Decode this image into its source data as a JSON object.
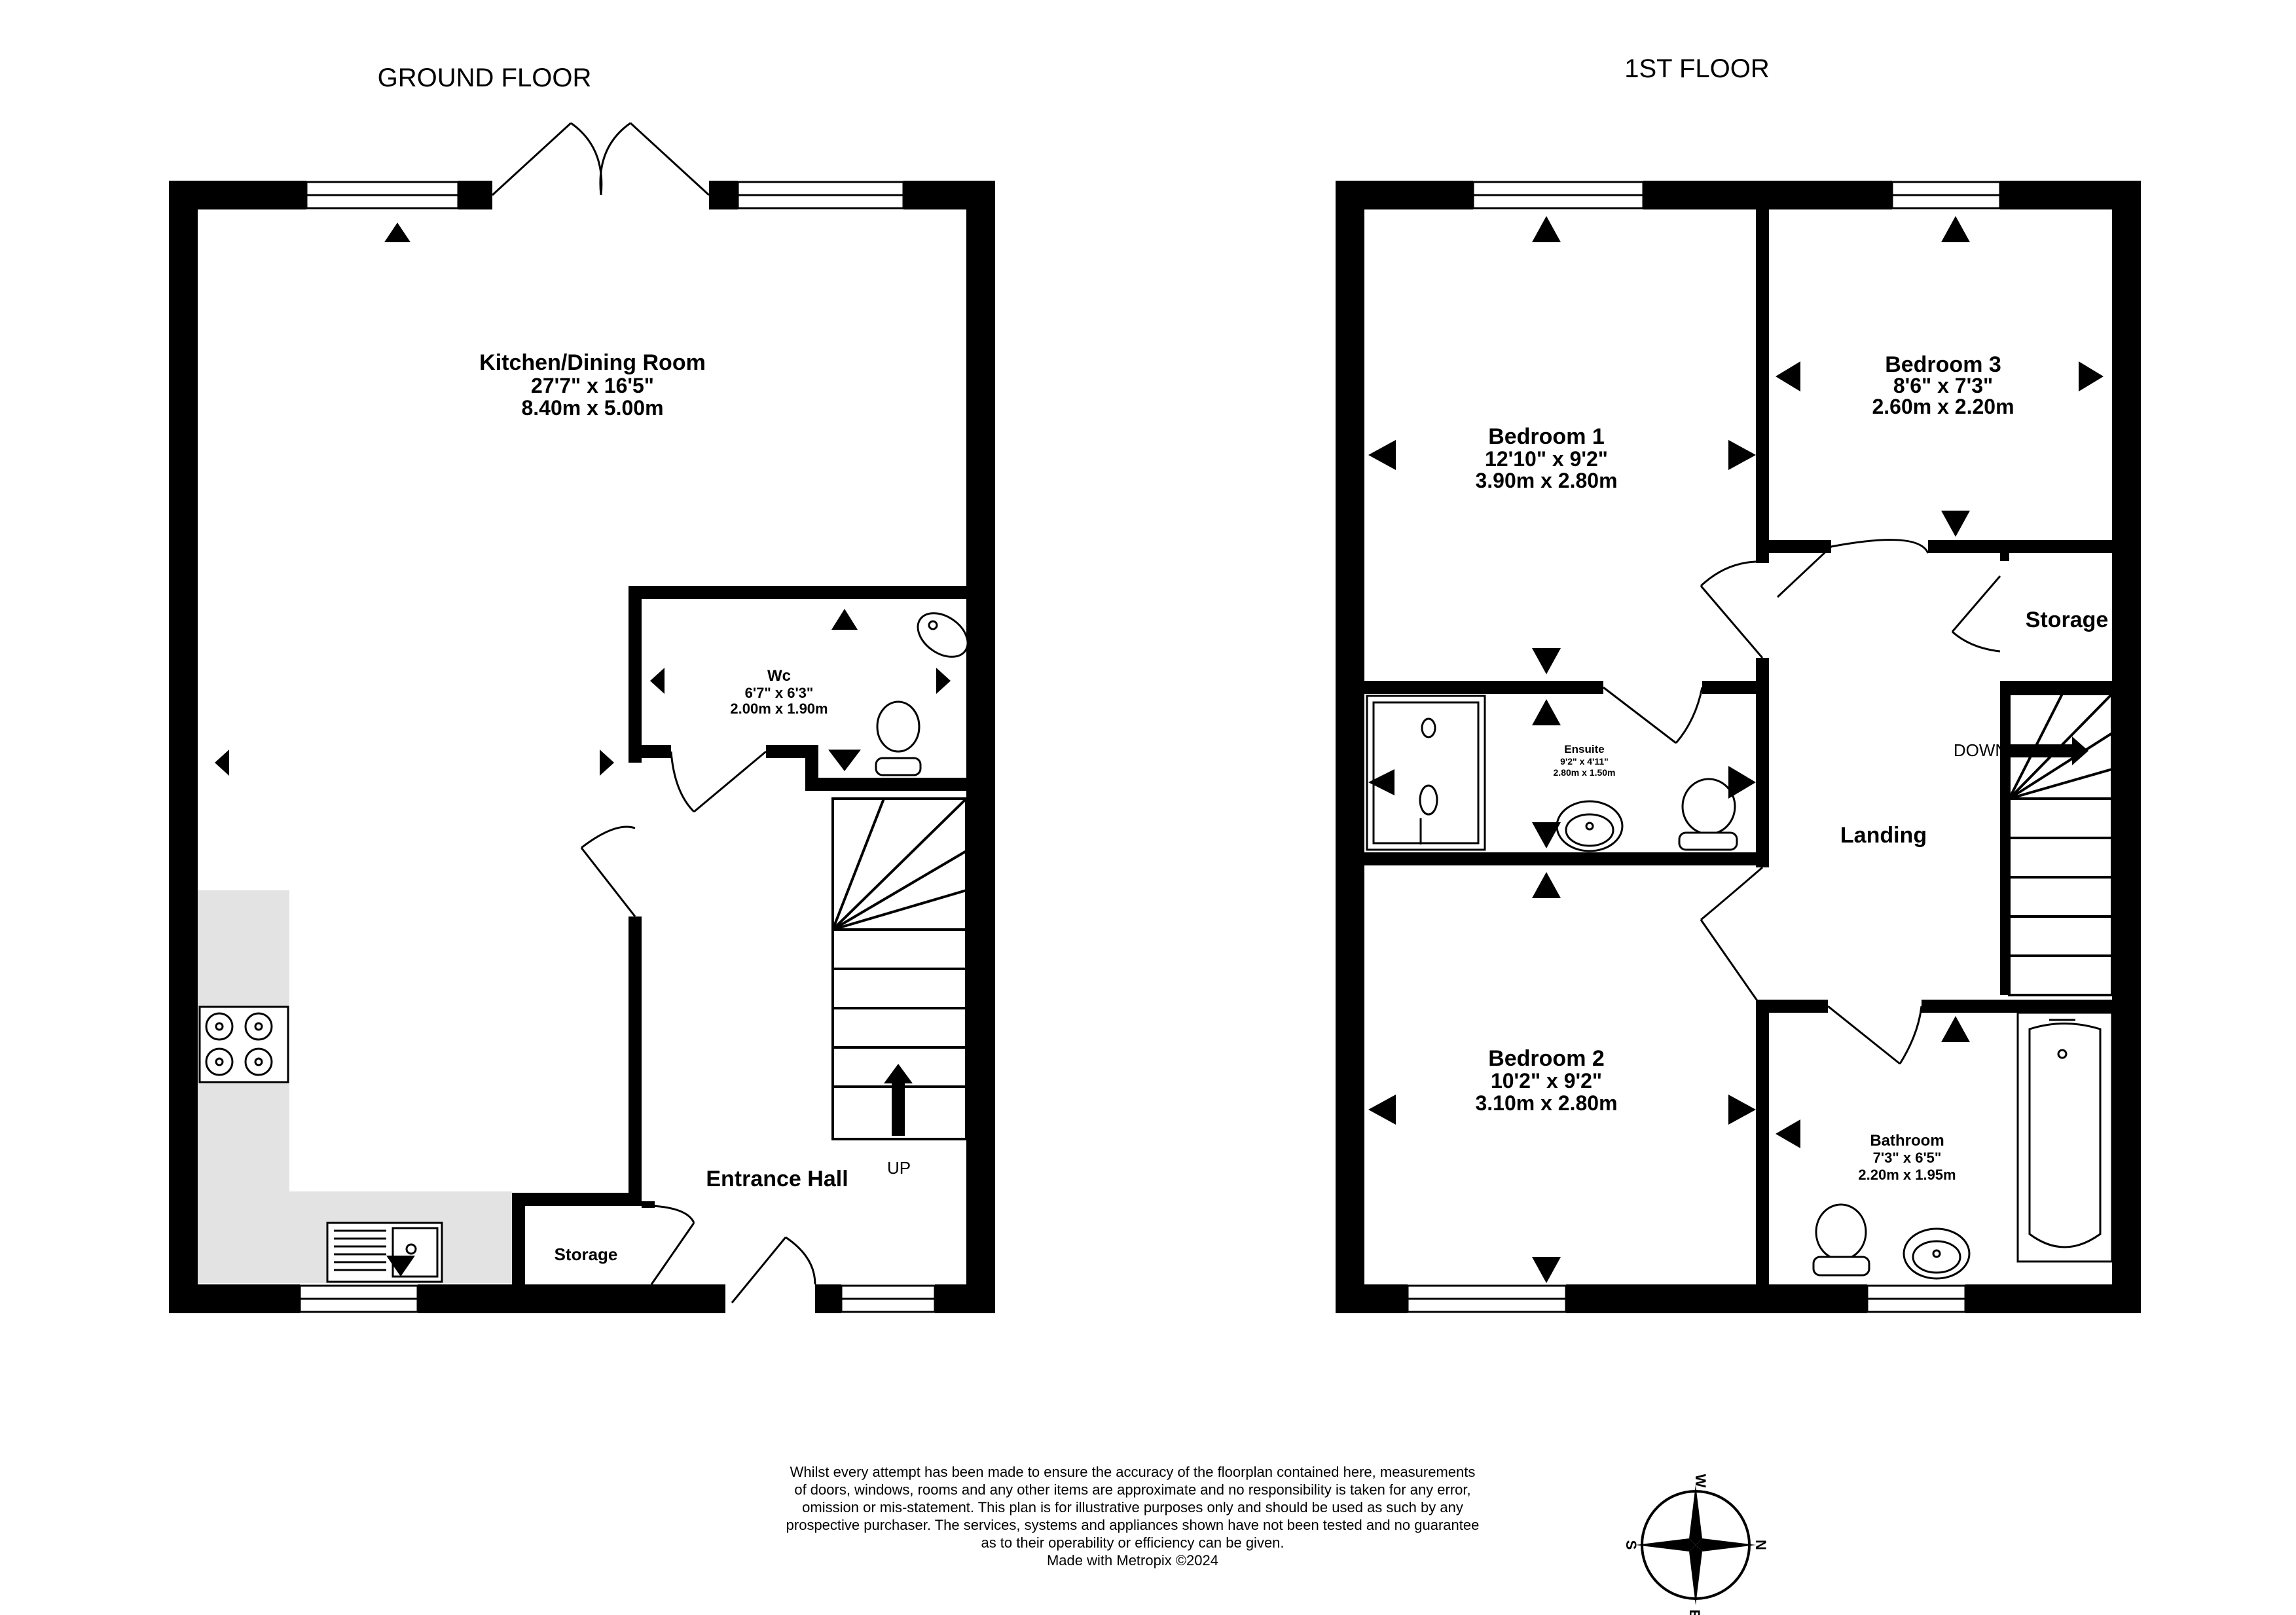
{
  "ground_floor": {
    "title": "GROUND FLOOR",
    "kitchen": {
      "name": "Kitchen/Dining Room",
      "imperial": "27'7\"  x 16'5\"",
      "metric": "8.40m  x 5.00m"
    },
    "wc": {
      "name": "Wc",
      "imperial": "6'7\"  x 6'3\"",
      "metric": "2.00m  x 1.90m"
    },
    "hall": {
      "name": "Entrance Hall"
    },
    "storage": {
      "name": "Storage"
    },
    "stairs_label": "UP"
  },
  "first_floor": {
    "title": "1ST FLOOR",
    "bedroom1": {
      "name": "Bedroom 1",
      "imperial": "12'10\"  x 9'2\"",
      "metric": "3.90m  x 2.80m"
    },
    "bedroom2": {
      "name": "Bedroom 2",
      "imperial": "10'2\"  x 9'2\"",
      "metric": "3.10m  x 2.80m"
    },
    "bedroom3": {
      "name": "Bedroom 3",
      "imperial": "8'6\"  x 7'3\"",
      "metric": "2.60m  x 2.20m"
    },
    "ensuite": {
      "name": "Ensuite",
      "imperial": "9'2\"  x 4'11\"",
      "metric": "2.80m  x 1.50m"
    },
    "bathroom": {
      "name": "Bathroom",
      "imperial": "7'3\"  x 6'5\"",
      "metric": "2.20m  x 1.95m"
    },
    "landing": {
      "name": "Landing"
    },
    "storage": {
      "name": "Storage"
    },
    "stairs_label": "DOWN"
  },
  "compass": {
    "n": "N",
    "e": "E",
    "s": "S",
    "w": "W"
  },
  "disclaimer": {
    "lines": [
      "Whilst every attempt has been made to ensure the accuracy of the floorplan contained here, measurements",
      "of doors, windows, rooms and any other items are approximate and no responsibility is taken for any error,",
      "omission or mis-statement. This plan is for illustrative purposes only and should be used as such by any",
      "prospective purchaser. The services, systems and appliances shown have not been tested and no guarantee",
      "as to their operability or efficiency can be given."
    ],
    "credit": "Made with Metropix ©2024"
  },
  "colors": {
    "wall": "#000000",
    "kitchen_units": "#e3e3e3",
    "background": "#ffffff"
  }
}
